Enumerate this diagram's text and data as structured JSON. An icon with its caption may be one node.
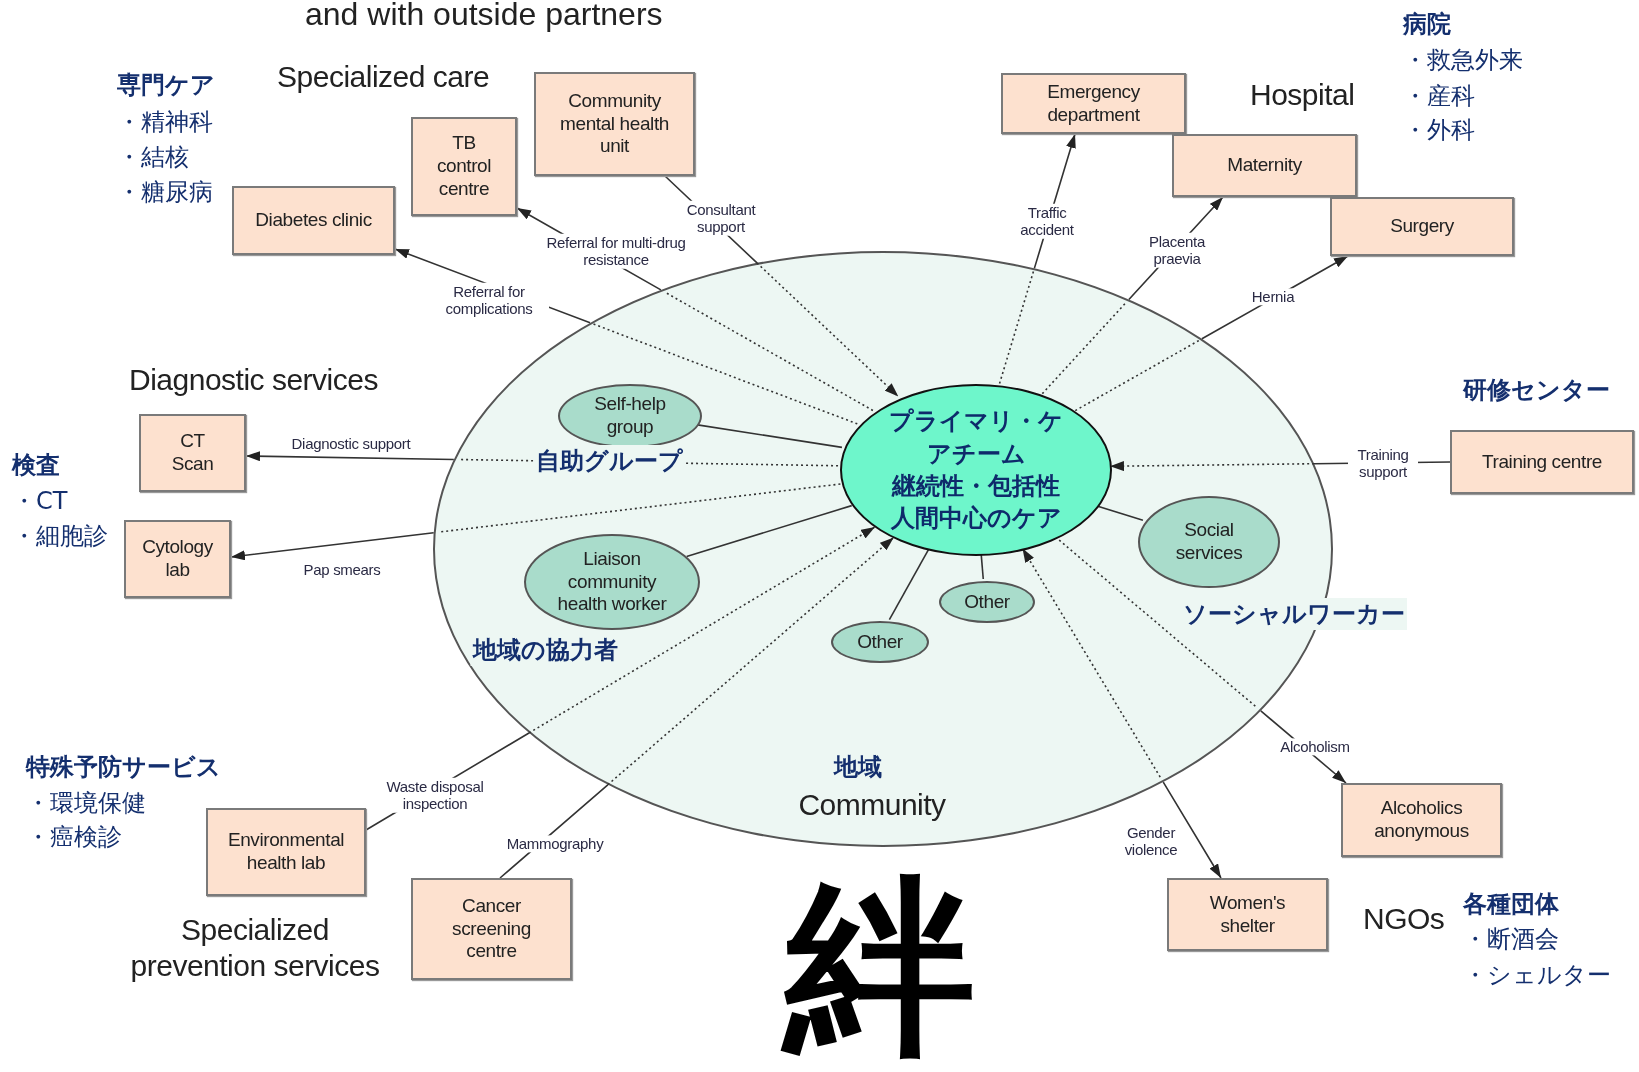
{
  "diagram": {
    "nodes": [
      {
        "text": [
          "地域",
          "Community"
        ]
      },
      {
        "text": [
          "プライマリ・ケアチーム",
          "継続性・包括性人間中心のケア"
        ],
        "in": 0
      },
      {
        "text": [
          "Self-help group"
        ],
        "in": 0,
        "beside": [
          "自助グループ"
        ]
      },
      {
        "text": [
          "Liaison community health worker"
        ],
        "in": 0,
        "beside": [
          "地域の協力者"
        ]
      },
      {
        "text": [
          "Other"
        ],
        "in": 0
      },
      {
        "text": [
          "Other"
        ],
        "in": 0
      },
      {
        "text": [
          "Social services"
        ],
        "in": 0,
        "beside": [
          "ソーシャルワーカー"
        ]
      },
      {
        "text": [
          "Diabetes clinic"
        ]
      },
      {
        "text": [
          "TB control centre"
        ]
      },
      {
        "text": [
          "Community mental health unit"
        ]
      },
      {
        "text": [
          "Emergency department"
        ]
      },
      {
        "text": [
          "Maternity"
        ]
      },
      {
        "text": [
          "Surgery"
        ]
      },
      {
        "text": [
          "CT Scan"
        ]
      },
      {
        "text": [
          "Cytology lab"
        ]
      },
      {
        "text": [
          "Training centre"
        ]
      },
      {
        "text": [
          "Environmental health lab"
        ]
      },
      {
        "text": [
          "Cancer screening centre"
        ]
      },
      {
        "text": [
          "Alcoholics anonymous"
        ]
      },
      {
        "text": [
          "Women's shelter"
        ]
      }
    ],
    "edges": [
      {
        "from": 1,
        "to": 2,
        "arrow": "none"
      },
      {
        "from": 1,
        "to": 3,
        "arrow": "none"
      },
      {
        "from": 1,
        "to": 4,
        "arrow": "none"
      },
      {
        "from": 1,
        "to": 5,
        "arrow": "none"
      },
      {
        "from": 1,
        "to": 6,
        "arrow": "none"
      },
      {
        "from": 1,
        "to": 7,
        "arrow": "to",
        "label": "Referral for complications",
        "style": "dashed"
      },
      {
        "from": 1,
        "to": 8,
        "arrow": "to",
        "label": "Referral for multi-drug resistance",
        "style": "dashed"
      },
      {
        "from": 9,
        "to": 1,
        "arrow": "to",
        "label": "Consultant support",
        "style": "dashed"
      },
      {
        "from": 1,
        "to": 10,
        "arrow": "to",
        "label": "Traffic accident",
        "style": "dashed"
      },
      {
        "from": 1,
        "to": 11,
        "arrow": "to",
        "label": "Placenta praevia",
        "style": "dashed"
      },
      {
        "from": 1,
        "to": 12,
        "arrow": "to",
        "label": "Hernia",
        "style": "dashed"
      },
      {
        "from": 1,
        "to": 13,
        "arrow": "to",
        "label": "Diagnostic support",
        "style": "dashed"
      },
      {
        "from": 1,
        "to": 14,
        "arrow": "to",
        "label": "Pap smears",
        "style": "dashed"
      },
      {
        "from": 15,
        "to": 1,
        "arrow": "to",
        "label": "Training support",
        "style": "dashed"
      },
      {
        "from": 16,
        "to": 1,
        "arrow": "to",
        "label": "Waste disposal inspection",
        "style": "dashed"
      },
      {
        "from": 17,
        "to": 1,
        "arrow": "to",
        "label": "Mammography",
        "style": "dashed"
      },
      {
        "from": 1,
        "to": 18,
        "arrow": "to",
        "label": "Alcoholism",
        "style": "dashed"
      },
      {
        "from": 1,
        "to": 19,
        "arrow": "both",
        "label": "Gender violence",
        "style": "dashed"
      }
    ],
    "labels": [
      "and with outside partners",
      "病院",
      "・救急外来",
      "・産科",
      "・外科",
      "専門ケア",
      "・精神科",
      "・結核",
      "・糖尿病",
      "Specialized care",
      "Hospital",
      "研修センター",
      "Diagnostic services",
      "検査",
      "・CT",
      "・細胞診",
      "特殊予防サービス",
      "・環境保健",
      "・癌検診",
      "Specialized prevention services",
      "NGOs",
      "各種団体",
      "・断酒会",
      "・シェルター",
      "絆"
    ]
  }
}
